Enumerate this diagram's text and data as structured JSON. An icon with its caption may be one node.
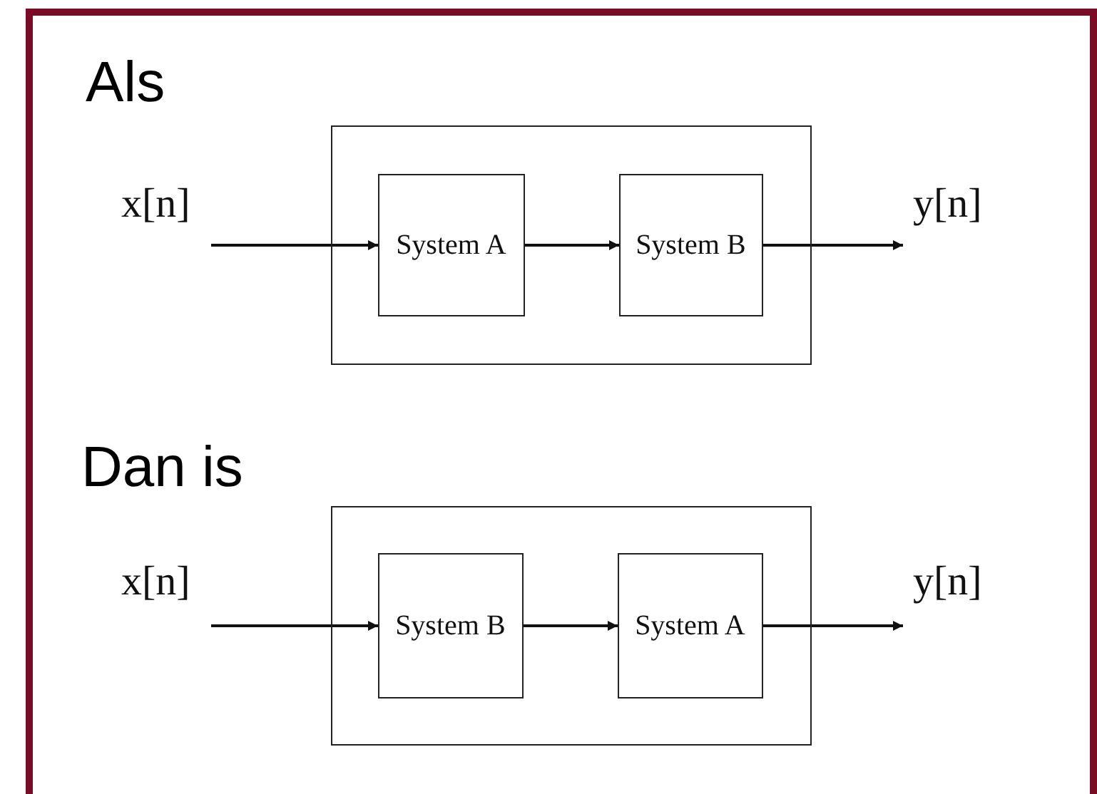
{
  "diagram": {
    "nodes": [
      {
        "text": [],
        "shape": "box"
      },
      {
        "text": [
          "System A"
        ],
        "in": 0
      },
      {
        "text": [
          "System B"
        ],
        "in": 0
      },
      {
        "text": [
          "x[n]"
        ]
      },
      {
        "text": [
          "y[n]"
        ]
      },
      {
        "text": [],
        "shape": "box"
      },
      {
        "text": [
          "System B"
        ],
        "in": 5
      },
      {
        "text": [
          "System A"
        ],
        "in": 5
      },
      {
        "text": [
          "x[n]"
        ]
      },
      {
        "text": [
          "y[n]"
        ]
      }
    ],
    "edges": [
      {
        "from": 3,
        "to": 1,
        "arrow": "to"
      },
      {
        "from": 1,
        "to": 2,
        "arrow": "to"
      },
      {
        "from": 2,
        "to": 4,
        "arrow": "to"
      },
      {
        "from": 8,
        "to": 6,
        "arrow": "to"
      },
      {
        "from": 6,
        "to": 7,
        "arrow": "to"
      },
      {
        "from": 7,
        "to": 9,
        "arrow": "to"
      }
    ],
    "labels": [
      "Als",
      "Dan is"
    ]
  }
}
